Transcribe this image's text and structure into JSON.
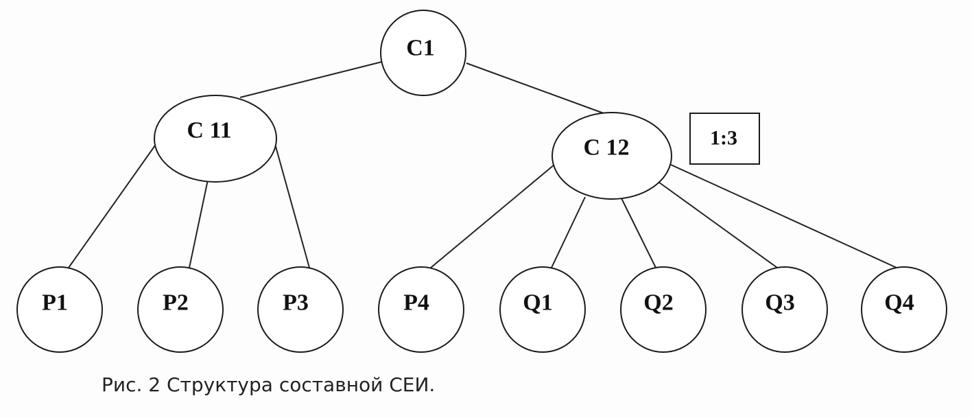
{
  "diagram": {
    "nodes": [
      {
        "id": "c1",
        "label": "C1"
      },
      {
        "id": "c11",
        "label": "C 11"
      },
      {
        "id": "c12",
        "label": "C 12"
      },
      {
        "id": "p1",
        "label": "P1"
      },
      {
        "id": "p2",
        "label": "P2"
      },
      {
        "id": "p3",
        "label": "P3"
      },
      {
        "id": "p4",
        "label": "P4"
      },
      {
        "id": "q1",
        "label": "Q1"
      },
      {
        "id": "q2",
        "label": "Q2"
      },
      {
        "id": "q3",
        "label": "Q3"
      },
      {
        "id": "q4",
        "label": "Q4"
      }
    ],
    "edges": [
      {
        "from": "c1",
        "to": "c11"
      },
      {
        "from": "c1",
        "to": "c12"
      },
      {
        "from": "c11",
        "to": "p1"
      },
      {
        "from": "c11",
        "to": "p2"
      },
      {
        "from": "c11",
        "to": "p3"
      },
      {
        "from": "c12",
        "to": "p4"
      },
      {
        "from": "c12",
        "to": "q1"
      },
      {
        "from": "c12",
        "to": "q2"
      },
      {
        "from": "c12",
        "to": "q3"
      },
      {
        "from": "c12",
        "to": "q4"
      }
    ],
    "ratio_label": "1:3"
  },
  "caption": "Рис. 2 Структура составной СЕИ."
}
